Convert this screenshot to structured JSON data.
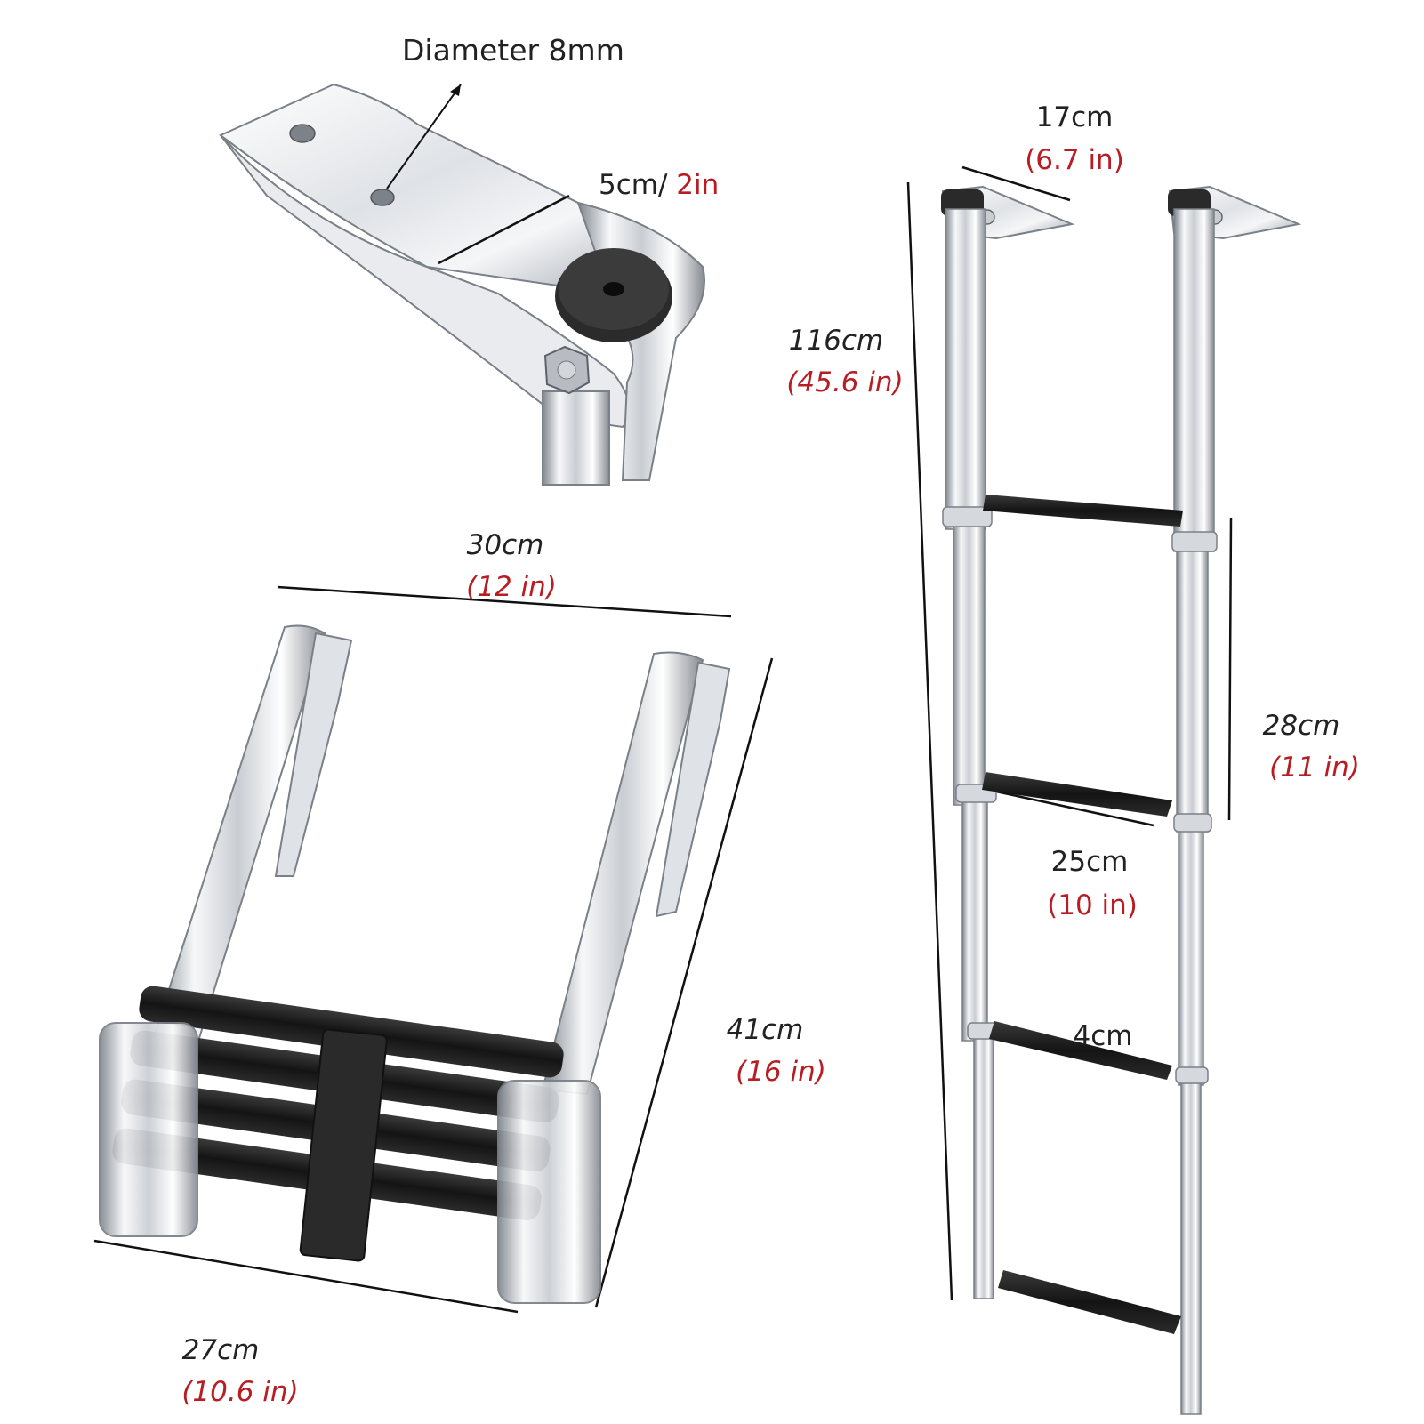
{
  "colors": {
    "text": "#222222",
    "accent_red": "#b81d23",
    "steel_light": "#f2f3f5",
    "steel_dark": "#8b9096",
    "rubber": "#1b1b1b",
    "dimension_line": "#111111"
  },
  "bracket": {
    "diameter_label": "Diameter 8mm",
    "width_label_cm": "5cm/ ",
    "width_label_in": "2in"
  },
  "folded_ladder": {
    "top_width_cm": "30cm",
    "top_width_in": "(12 in)",
    "height_cm": "41cm",
    "height_in": "(16 in)",
    "bottom_width_cm": "27cm",
    "bottom_width_in": "(10.6 in)"
  },
  "extended_ladder": {
    "bracket_width_cm": "17cm",
    "bracket_width_in": "(6.7 in)",
    "total_length_cm": "116cm",
    "total_length_in": "(45.6 in)",
    "step_spacing_cm": "28cm",
    "step_spacing_in": "(11 in)",
    "step_width_cm": "25cm",
    "step_width_in": "(10 in)",
    "step_depth_cm": "4cm"
  }
}
